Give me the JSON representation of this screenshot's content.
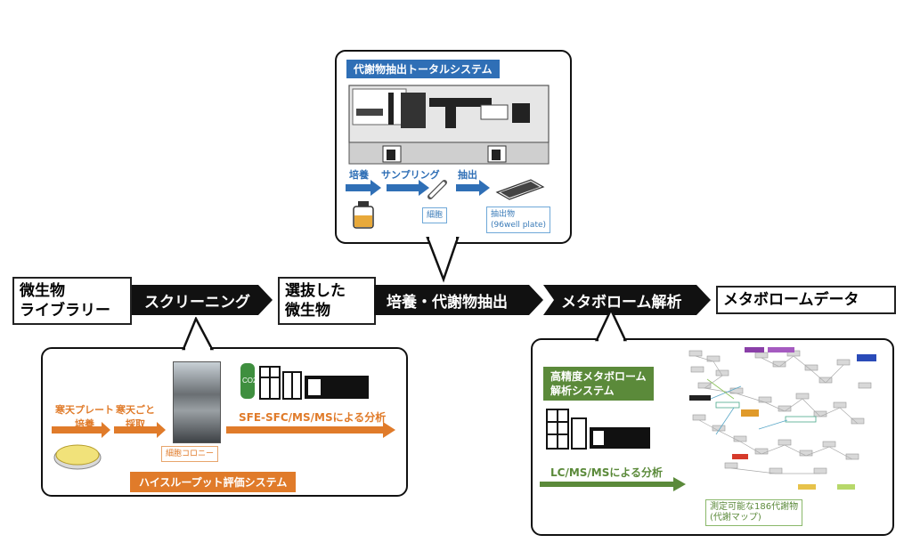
{
  "flow": {
    "library": "微生物\nライブラリー",
    "screening": "スクリーニング",
    "selected": "選抜した\n微生物",
    "culture_extract": "培養・代謝物抽出",
    "metabolome_analysis": "メタボローム解析",
    "metabolome_data": "メタボロームデータ"
  },
  "top_panel": {
    "title": "代謝物抽出トータルシステム",
    "step_culture": "培養",
    "step_sampling": "サンプリング",
    "step_extract": "抽出",
    "label_cells": "細胞",
    "label_extract": "抽出物\n(96well plate)"
  },
  "left_panel": {
    "step_plate": "寒天プレート\n培養",
    "step_agar": "寒天ごと\n採取",
    "label_colony": "細胞コロニー",
    "step_sfc": "SFE-SFC/MS/MSによる分析",
    "system_title": "ハイスループット評価システム",
    "co2_label": "CO2"
  },
  "right_panel": {
    "system_title": "高精度メタボローム\n解析システム",
    "step_lcms": "LC/MS/MSによる分析",
    "map_caption": "測定可能な186代謝物\n(代謝マップ)"
  },
  "colors": {
    "blue": "#2f6fb6",
    "orange": "#e07b2a",
    "green": "#5b8a3a",
    "black": "#111111"
  }
}
